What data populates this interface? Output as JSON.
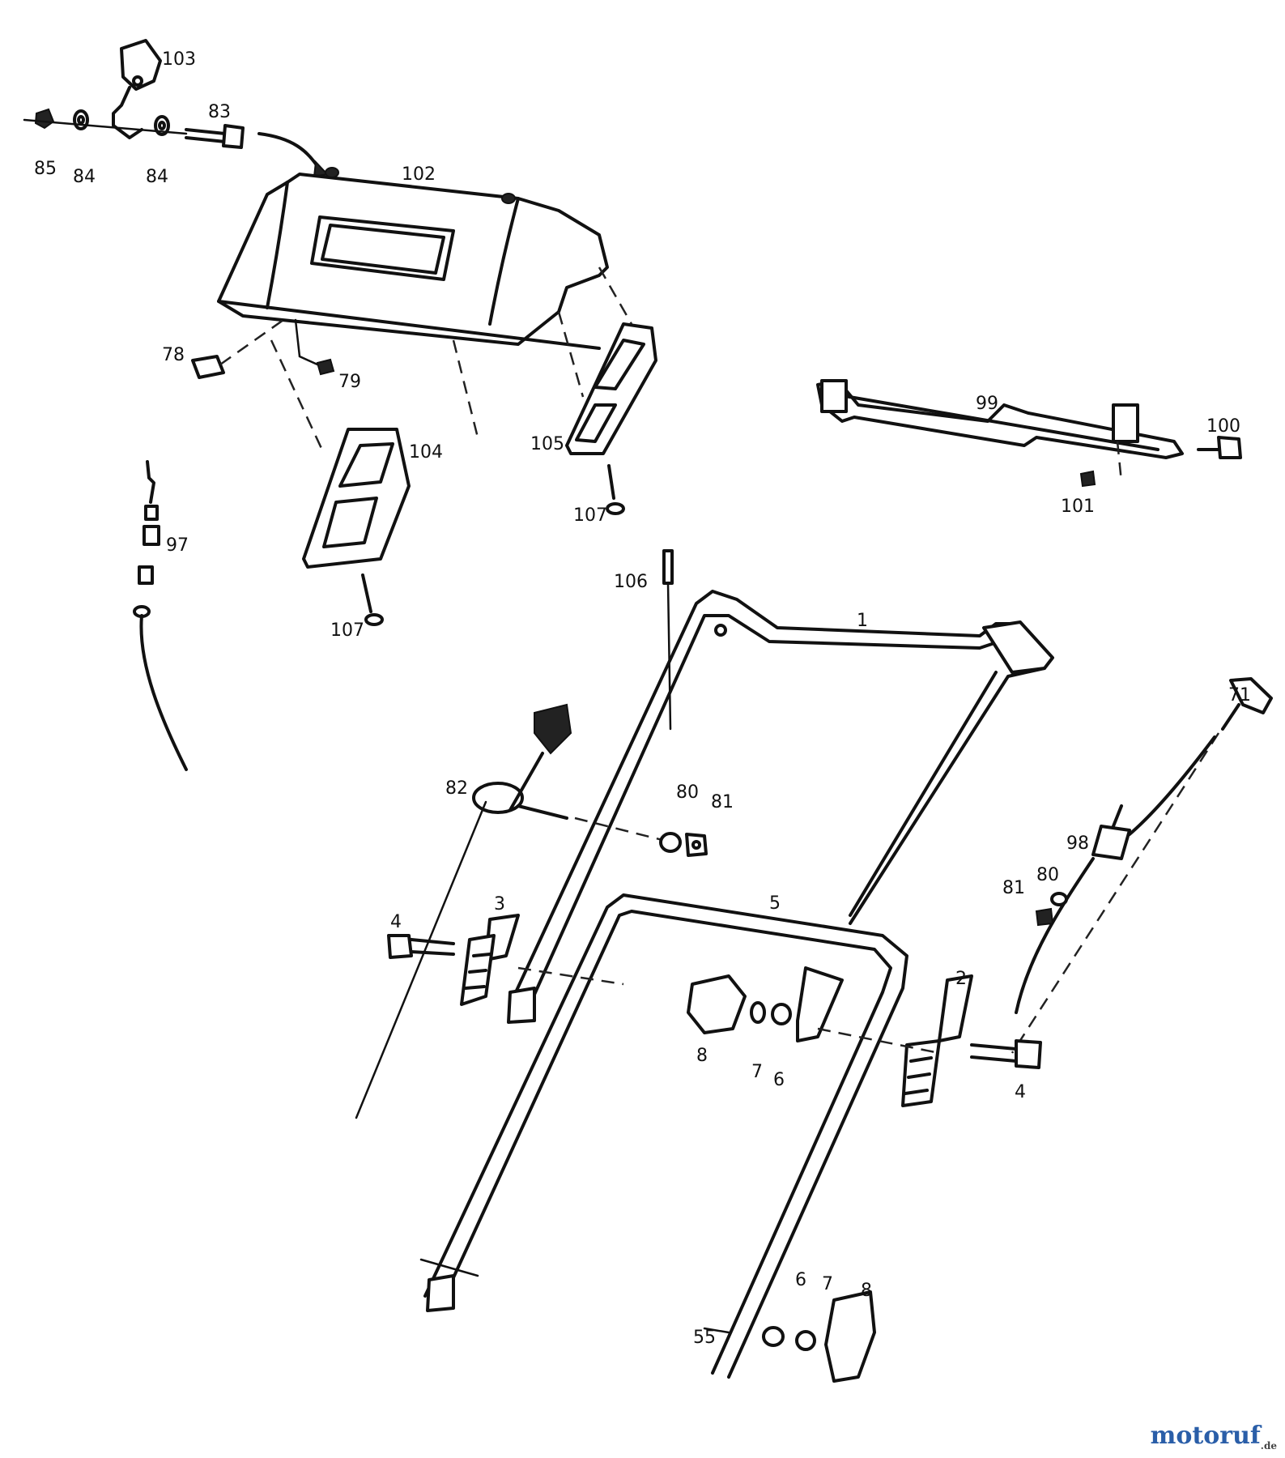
{
  "labels": {
    "p103": "103",
    "p83": "83",
    "p85": "85",
    "p84a": "84",
    "p84b": "84",
    "p102": "102",
    "p78": "78",
    "p79": "79",
    "p104": "104",
    "p105": "105",
    "p107a": "107",
    "p107b": "107",
    "p97": "97",
    "p99": "99",
    "p100": "100",
    "p101": "101",
    "p106": "106",
    "p1": "1",
    "p71": "71",
    "p82": "82",
    "p80a": "80",
    "p81a": "81",
    "p98": "98",
    "p80b": "80",
    "p81b": "81",
    "p5": "5",
    "p3": "3",
    "p4a": "4",
    "p2": "2",
    "p8a": "8",
    "p7a": "7",
    "p6a": "6",
    "p4b": "4",
    "p6b": "6",
    "p7b": "7",
    "p8b": "8",
    "p55": "55"
  },
  "watermark": {
    "brand": "motoruf",
    "suffix": ".de"
  },
  "colors": {
    "line": "#111111",
    "brand_red": "#d94a1a",
    "brand_green": "#7a9a2a",
    "brand_blue": "#2a5ea8"
  }
}
